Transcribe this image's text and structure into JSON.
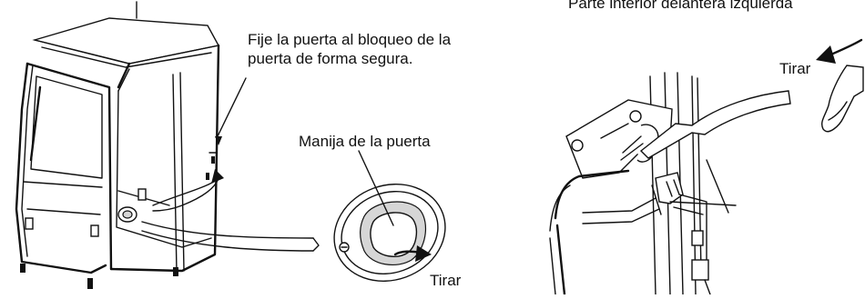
{
  "labels": {
    "secure_line1": "Fije la puerta al bloqueo de la",
    "secure_line2": "puerta de forma segura.",
    "door_handle": "Manija de la puerta",
    "pull_handle": "Tirar",
    "location": "Parte interior delantera izquierda",
    "pull_lock": "Tirar"
  },
  "icons": [
    "excavator-cab",
    "door-handle",
    "door-lock-latch",
    "pull-arrow"
  ]
}
